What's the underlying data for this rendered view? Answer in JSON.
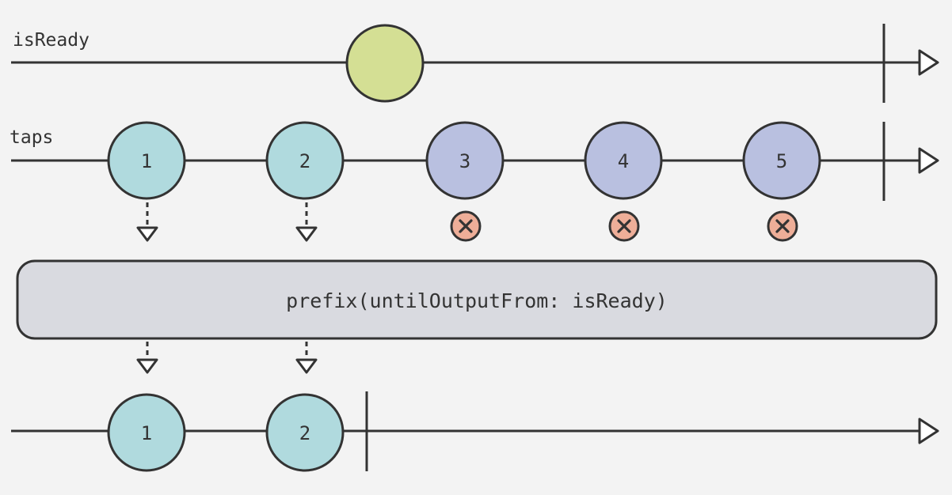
{
  "diagram": {
    "type": "marble-diagram",
    "colors": {
      "background": "#f3f3f3",
      "line": "#333333",
      "ready_marble": "#d4df94",
      "passed_marble": "#b0dade",
      "dropped_marble": "#b9c0e0",
      "drop_marker": "#eeae98",
      "operator_box": "#d9dae0"
    },
    "streams": [
      {
        "label": "isReady",
        "marbles": [
          {
            "label": "",
            "kind": "ready"
          }
        ]
      },
      {
        "label": "taps",
        "marbles": [
          {
            "label": "1",
            "kind": "passed"
          },
          {
            "label": "2",
            "kind": "passed"
          },
          {
            "label": "3",
            "kind": "dropped"
          },
          {
            "label": "4",
            "kind": "dropped"
          },
          {
            "label": "5",
            "kind": "dropped"
          }
        ]
      }
    ],
    "operator": {
      "label": "prefix(untilOutputFrom: isReady)"
    },
    "output": {
      "label": "",
      "marbles": [
        {
          "label": "1",
          "kind": "passed"
        },
        {
          "label": "2",
          "kind": "passed"
        }
      ]
    },
    "icons": {
      "drop_marker": "x-circle-icon",
      "arrow": "arrow-head-icon",
      "emission_arrow": "dashed-down-arrow-icon"
    }
  }
}
